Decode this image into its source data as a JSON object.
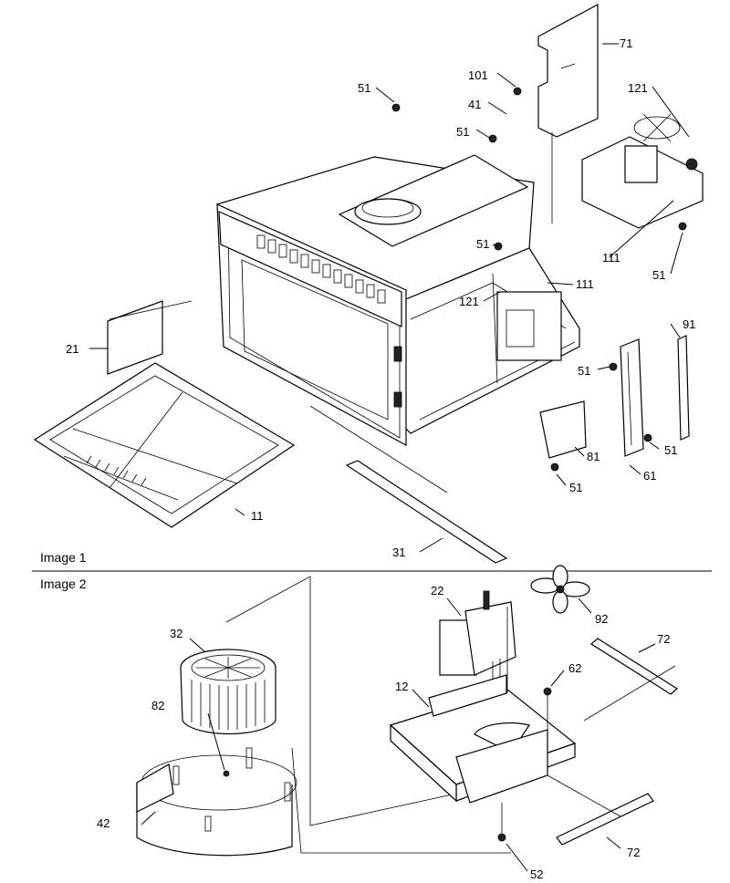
{
  "sections": [
    {
      "id": "s1",
      "label": "Image 1"
    },
    {
      "id": "s2",
      "label": "Image 2"
    }
  ],
  "callouts": [
    {
      "id": "c51a",
      "text": "51"
    },
    {
      "id": "c101",
      "text": "101"
    },
    {
      "id": "c71",
      "text": "71"
    },
    {
      "id": "c41",
      "text": "41"
    },
    {
      "id": "c51b",
      "text": "51"
    },
    {
      "id": "c121a",
      "text": "121"
    },
    {
      "id": "c51c",
      "text": "51"
    },
    {
      "id": "c111a",
      "text": "111"
    },
    {
      "id": "c51d",
      "text": "51"
    },
    {
      "id": "c111b",
      "text": "111"
    },
    {
      "id": "c121b",
      "text": "121"
    },
    {
      "id": "c21",
      "text": "21"
    },
    {
      "id": "c91",
      "text": "91"
    },
    {
      "id": "c51e",
      "text": "51"
    },
    {
      "id": "c51f",
      "text": "51"
    },
    {
      "id": "c81",
      "text": "81"
    },
    {
      "id": "c61",
      "text": "61"
    },
    {
      "id": "c51g",
      "text": "51"
    },
    {
      "id": "c11",
      "text": "11"
    },
    {
      "id": "c31",
      "text": "31"
    },
    {
      "id": "c22",
      "text": "22"
    },
    {
      "id": "c92",
      "text": "92"
    },
    {
      "id": "c32",
      "text": "32"
    },
    {
      "id": "c72a",
      "text": "72"
    },
    {
      "id": "c12",
      "text": "12"
    },
    {
      "id": "c62",
      "text": "62"
    },
    {
      "id": "c82",
      "text": "82"
    },
    {
      "id": "c42",
      "text": "42"
    },
    {
      "id": "c72b",
      "text": "72"
    },
    {
      "id": "c52",
      "text": "52"
    }
  ]
}
